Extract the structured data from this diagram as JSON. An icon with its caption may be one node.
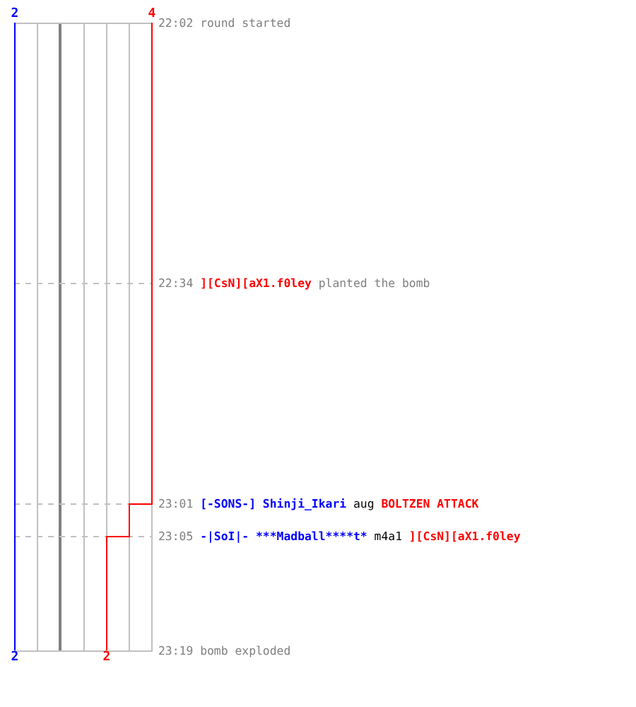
{
  "diagram": {
    "labels": [
      "2",
      "4",
      "22:02",
      "round started",
      "22:34",
      "][CsN][aX1.f0ley",
      "planted the bomb",
      "23:01",
      "[-SONS-] Shinji_Ikari",
      "aug",
      "BOLTZEN ATTACK",
      "23:05",
      "-|SoI|- ***Madball****t*",
      "m4a1",
      "][CsN][aX1.f0ley",
      "2",
      "2",
      "23:19",
      "bomb exploded"
    ]
  }
}
